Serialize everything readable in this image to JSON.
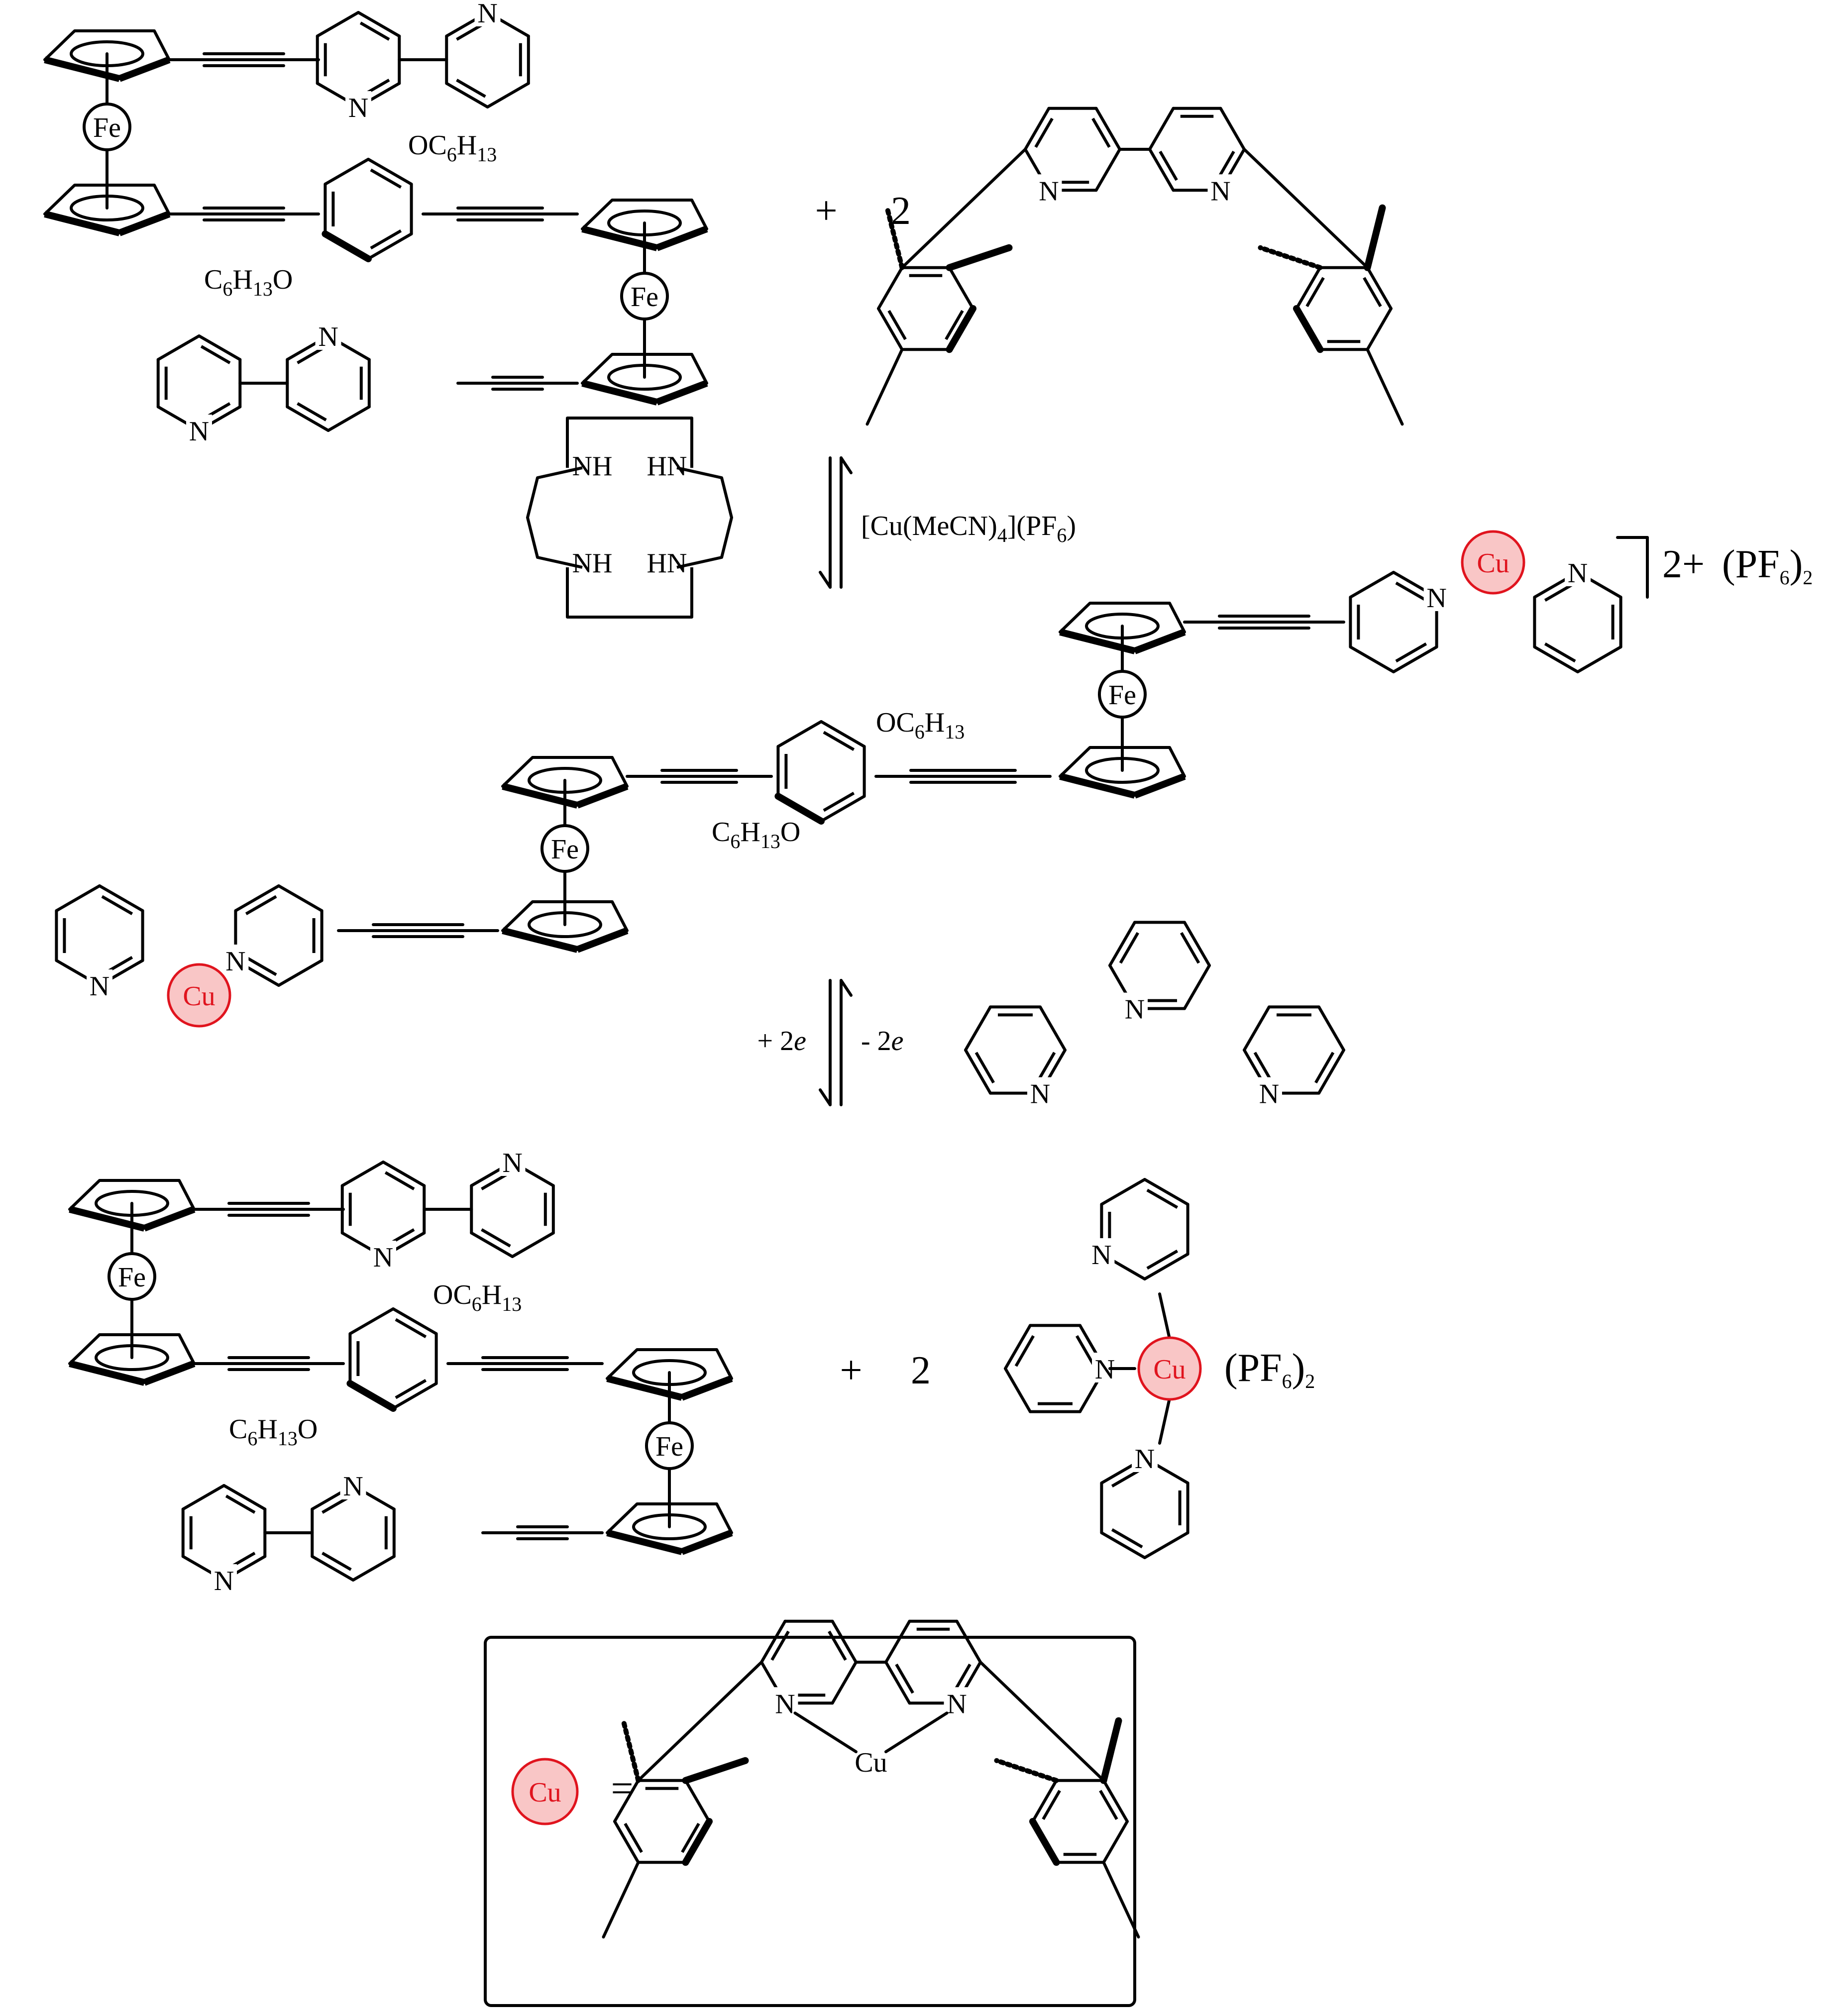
{
  "atoms": {
    "fe": "Fe",
    "n": "N",
    "cu": "Cu",
    "nh": "NH",
    "hn": "HN"
  },
  "alkoxy": {
    "oc6h13": {
      "a": "OC",
      "b": "6",
      "c": "H",
      "d": "13"
    },
    "c6h13o": {
      "a": "C",
      "b": "6",
      "c": "H",
      "d": "13",
      "e": "O"
    }
  },
  "equations": {
    "plus": "+",
    "two": "2",
    "equals": "="
  },
  "reagents": {
    "cu_salt": {
      "a": "[Cu(MeCN)",
      "b": "4",
      "c": "](PF",
      "d": "6",
      "e": ")"
    },
    "reduction": {
      "a": "+ 2",
      "b": "e"
    },
    "oxidation": {
      "a": "- 2",
      "b": "e"
    }
  },
  "counterion": {
    "charge": "2+",
    "pf6": {
      "a": "(PF",
      "b": "6",
      "c": ")",
      "d": "2"
    }
  },
  "legend": {
    "symbol": "Cu"
  },
  "colors": {
    "cu_fill": "#f9c6c6",
    "cu_stroke": "#e0141e",
    "ink": "#000000"
  }
}
